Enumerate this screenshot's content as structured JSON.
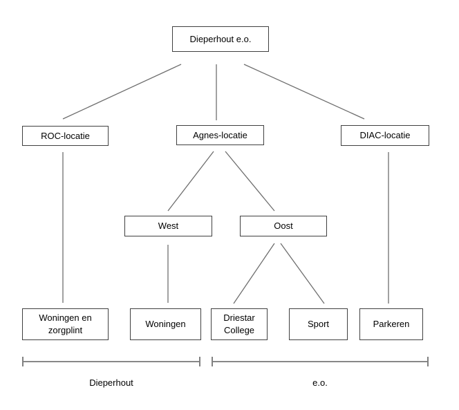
{
  "diagram": {
    "type": "tree",
    "nodes": {
      "root": {
        "label": "Dieperhout e.o."
      },
      "roc": {
        "label": "ROC-locatie"
      },
      "agnes": {
        "label": "Agnes-locatie"
      },
      "diac": {
        "label": "DIAC-locatie"
      },
      "west": {
        "label": "West"
      },
      "oost": {
        "label": "Oost"
      },
      "wz": {
        "label": "Woningen en zorgplint"
      },
      "woningen": {
        "label": "Woningen"
      },
      "driestar": {
        "label": "Driestar College"
      },
      "sport": {
        "label": "Sport"
      },
      "parkeren": {
        "label": "Parkeren"
      }
    },
    "edges": [
      [
        "root",
        "roc"
      ],
      [
        "root",
        "agnes"
      ],
      [
        "root",
        "diac"
      ],
      [
        "roc",
        "wz"
      ],
      [
        "agnes",
        "west"
      ],
      [
        "agnes",
        "oost"
      ],
      [
        "west",
        "woningen"
      ],
      [
        "oost",
        "driestar"
      ],
      [
        "oost",
        "sport"
      ],
      [
        "diac",
        "parkeren"
      ]
    ],
    "brackets": [
      {
        "label": "Dieperhout"
      },
      {
        "label": "e.o."
      }
    ]
  },
  "colors": {
    "background": "#ffffff",
    "box_border": "#3f3f3f",
    "box_fill": "#ffffff",
    "text": "#000000",
    "connector": "#6e6e6e",
    "bracket_line": "#404040",
    "bracket_tick": "#808080"
  }
}
